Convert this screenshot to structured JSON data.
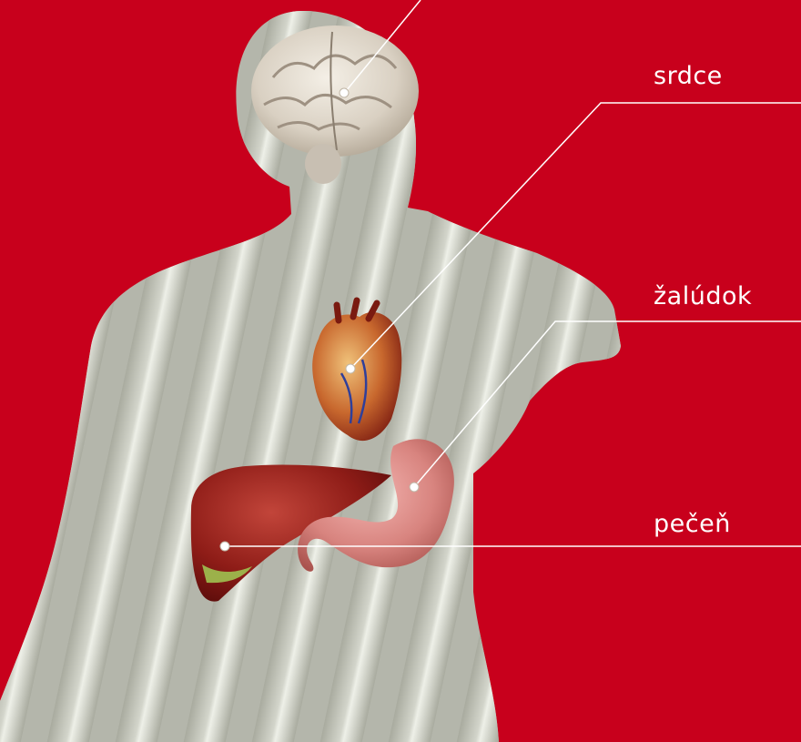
{
  "diagram": {
    "background_color": "#c8001c",
    "silhouette_color": "#b8bab0",
    "labels": {
      "heart": "srdce",
      "stomach": "žalúdok",
      "liver": "pečeň"
    },
    "organs": [
      "brain",
      "heart",
      "stomach",
      "liver"
    ]
  }
}
